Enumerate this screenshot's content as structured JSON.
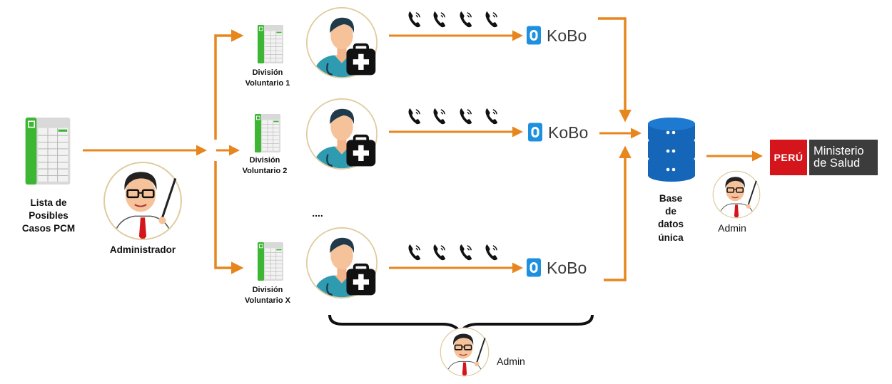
{
  "source_list": {
    "label_lines": [
      "Lista de",
      "Posibles",
      "Casos PCM"
    ]
  },
  "administrator": {
    "label": "Administrador"
  },
  "volunteers": [
    {
      "label_lines": [
        "División",
        "Voluntario 1"
      ]
    },
    {
      "label_lines": [
        "División",
        "Voluntario 2"
      ]
    },
    {
      "label_lines": [
        "División",
        "Voluntario X"
      ]
    }
  ],
  "ellipsis": "....",
  "kobo": {
    "logo_text": "KoBo"
  },
  "database": {
    "label_lines": [
      "Base",
      "de",
      "datos",
      "única"
    ]
  },
  "admin_db": {
    "label": "Admin"
  },
  "admin_bottom": {
    "label": "Admin"
  },
  "ministry": {
    "peru": "PERÚ",
    "name_lines": [
      "Ministerio",
      "de Salud"
    ]
  },
  "colors": {
    "arrow": "#e8861e",
    "sheet_green": "#3db634",
    "kobo_blue": "#1e90e0",
    "db_blue": "#1565b8",
    "ministry_red": "#d4161c",
    "ministry_dark": "#3c3c3c"
  }
}
